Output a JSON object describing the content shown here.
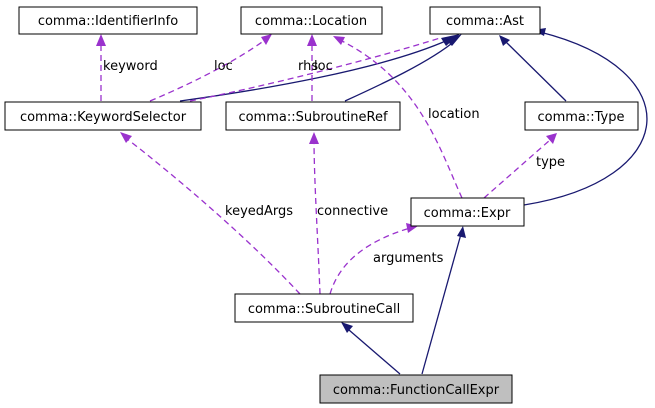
{
  "nodes": {
    "identifier_info": "comma::IdentifierInfo",
    "location": "comma::Location",
    "ast": "comma::Ast",
    "keyword_selector": "comma::KeywordSelector",
    "subroutine_ref": "comma::SubroutineRef",
    "type": "comma::Type",
    "expr": "comma::Expr",
    "subroutine_call": "comma::SubroutineCall",
    "function_call_expr": "comma::FunctionCallExpr"
  },
  "edge_labels": {
    "keyword": "keyword",
    "loc_keyword": "loc",
    "rhs": "rhs",
    "loc_subroutine": "loc",
    "location": "location",
    "type": "type",
    "keyed_args": "keyedArgs",
    "connective": "connective",
    "arguments": "arguments"
  },
  "colors": {
    "inheritance": "#191970",
    "usage": "#9a32cd",
    "focus_fill": "#bfbfbf"
  }
}
